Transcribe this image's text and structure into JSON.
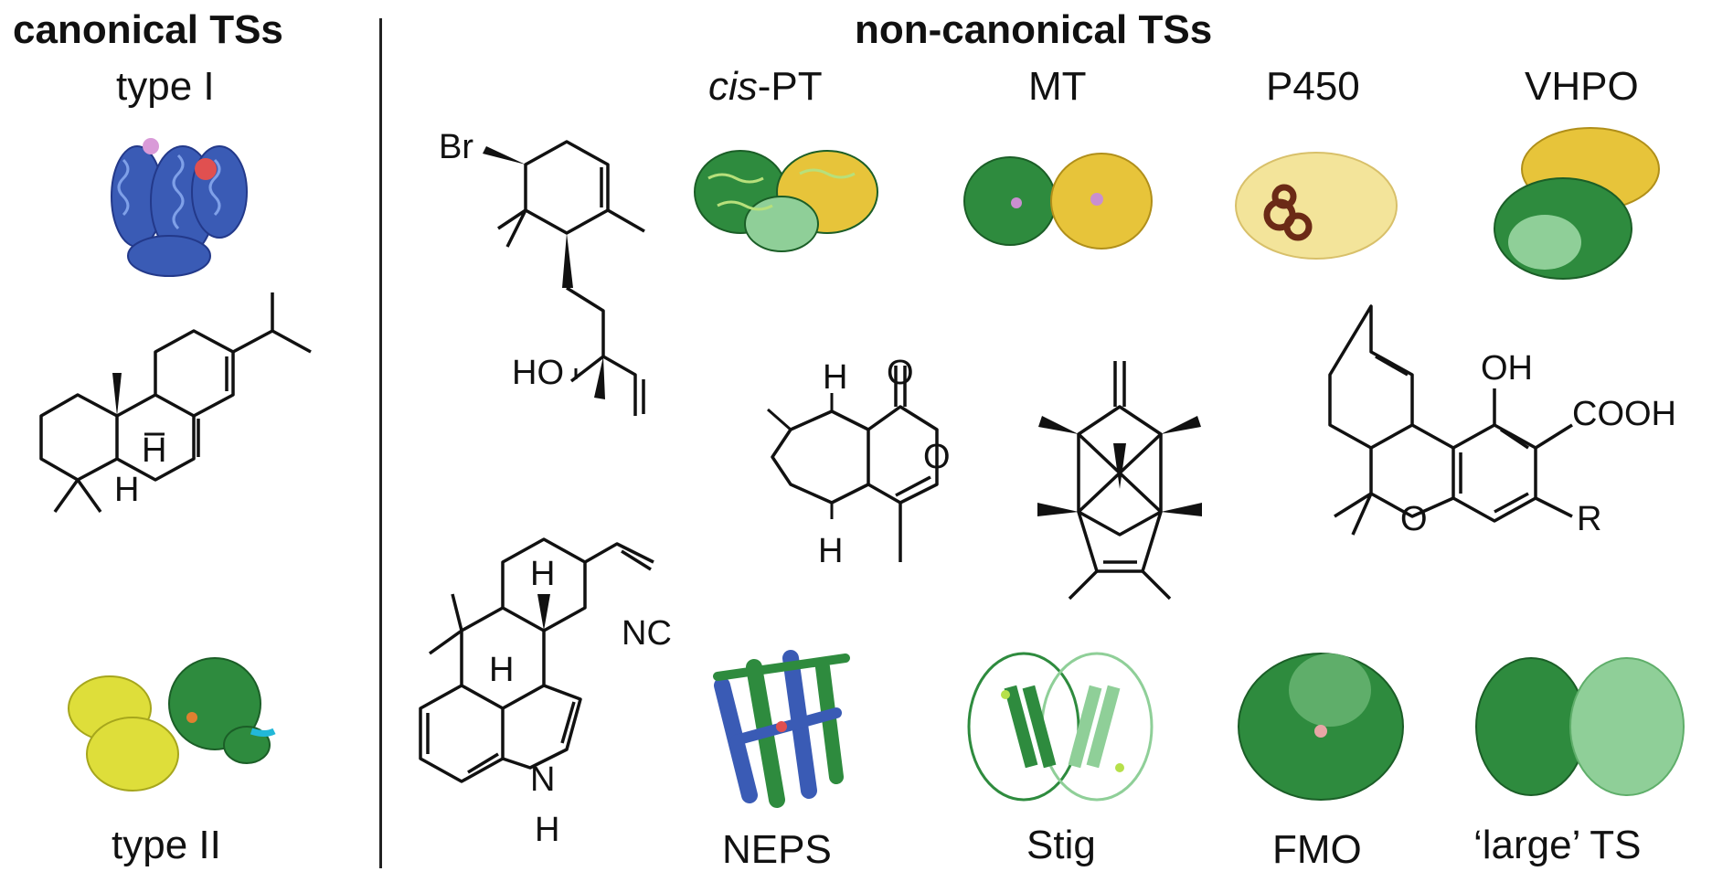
{
  "headers": {
    "canonical": "canonical TSs",
    "non_canonical": "non-canonical TSs"
  },
  "labels": {
    "type_i": "type I",
    "type_ii": "type II",
    "cis_pt_italic": "cis",
    "cis_pt_rest": "-PT",
    "mt": "MT",
    "p450": "P450",
    "vhpo": "VHPO",
    "neps": "NEPS",
    "stig": "Stig",
    "fmo": "FMO",
    "large_ts": "‘large’ TS"
  },
  "atoms": {
    "br": "Br",
    "ho": "HO",
    "h": "H",
    "o": "O",
    "oh": "OH",
    "cooh": "COOH",
    "r": "R",
    "nc": "NC",
    "n": "N"
  },
  "colors": {
    "blue": "#3a5bb5",
    "green": "#2e8b3e",
    "light_green": "#8fcf98",
    "yellow": "#e7c43a",
    "pale_yellow": "#f3e49a",
    "brown": "#6b2a16",
    "cyan": "#22b8d8",
    "lime": "#dede3a"
  }
}
